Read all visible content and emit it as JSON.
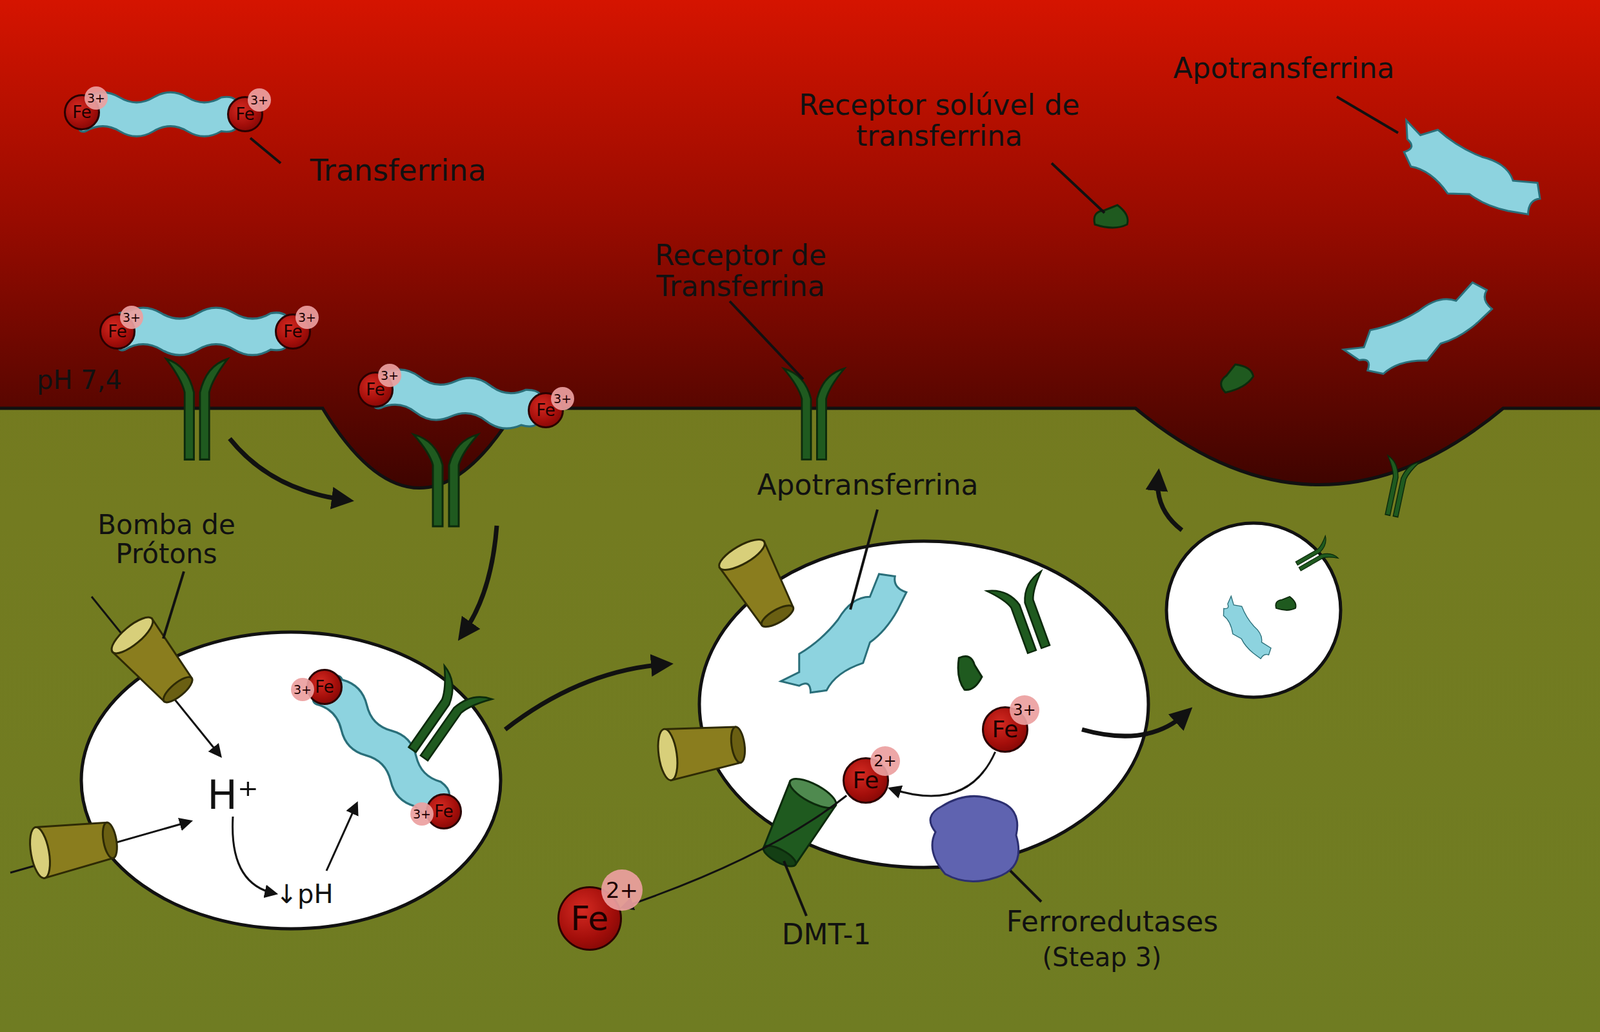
{
  "diagram": {
    "nodes": [
      {
        "text": [
          "Fe",
          "3+"
        ]
      },
      {
        "text": [
          "Fe",
          "3+"
        ]
      },
      {
        "text": [
          "Fe",
          "3+"
        ]
      },
      {
        "text": [
          "Fe",
          "3+"
        ]
      },
      {
        "text": [
          "Fe",
          "3+"
        ]
      },
      {
        "text": [
          "Fe",
          "3+"
        ]
      },
      {
        "text": [
          "Fe",
          "3+"
        ]
      },
      {
        "text": [
          "Fe",
          "3+"
        ]
      },
      {
        "text": [
          "Fe",
          "3+"
        ]
      },
      {
        "text": [
          "Fe",
          "2+"
        ]
      },
      {
        "text": [
          "Fe",
          "2+"
        ]
      }
    ],
    "edges": [
      {
        "from": 8,
        "to": 9,
        "arrow": "to"
      },
      {
        "from": 9,
        "to": 10,
        "arrow": "to"
      }
    ],
    "labels": [
      "Transferrina",
      "pH 7,4",
      "Receptor de Transferrina",
      "Receptor solúvel de transferrina",
      "Apotransferrina",
      "Bomba de Prótons",
      "H⁺",
      "↓pH",
      "Apotransferrina",
      "DMT-1",
      "Ferroredutases",
      "(Steap 3)"
    ]
  }
}
